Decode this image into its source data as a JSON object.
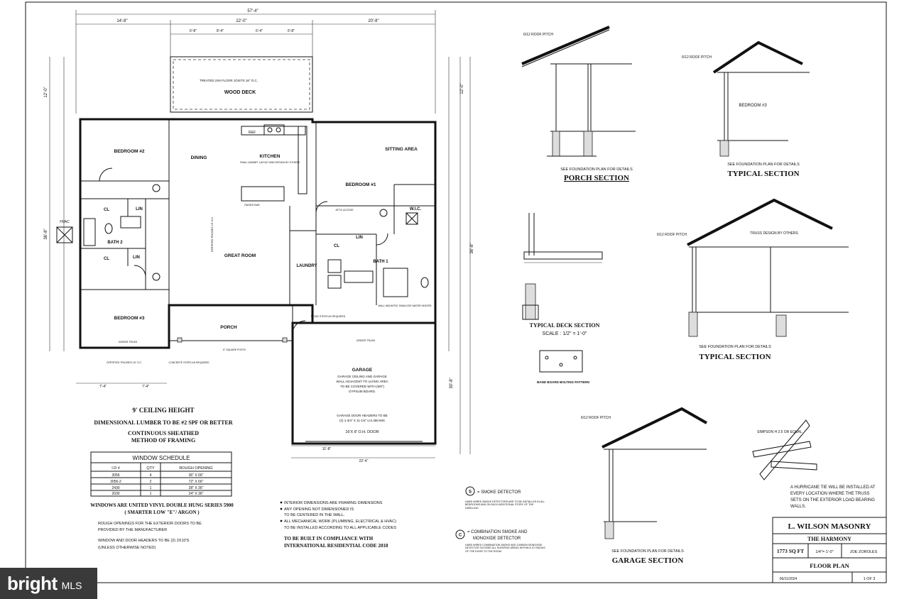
{
  "sheet": {
    "overall_dimension_top": "57'-4\"",
    "dims_top": [
      "14'-8\"",
      "22'-0\"",
      "20'-8\""
    ],
    "dims_second": [
      "6'-8\"",
      "8'-4\"",
      "6'-4\"",
      "6'-8\""
    ],
    "dims_left": [
      "12'-0\"",
      "36'-8\""
    ],
    "dims_right": [
      "12'-0\"",
      "36'-8\"",
      "30'-8\""
    ],
    "dims_bottom": [
      "7'-4\"",
      "7'-4\"",
      "11'-8\"",
      "22'-4\""
    ]
  },
  "rooms": {
    "wood_deck": "WOOD DECK",
    "deck_note": "TREATED 2X6 FLOOR JOISTS 16\" O.C.",
    "bedroom2": "BEDROOM #2",
    "bedroom3": "BEDROOM #3",
    "bedroom1": "BEDROOM #1",
    "dining": "DINING",
    "kitchen": "KITCHEN",
    "kitchen_note": "FINAL CABINET LAYOUT AND DESIGN BY OTHERS",
    "sitting_area": "SITTING AREA",
    "great_room": "GREAT ROOM",
    "great_room_note": "CERTIFIED TRUSSES 16\" O.C.",
    "laundry": "LAUNDRY",
    "bath1": "BATH 1",
    "bath2": "BATH 2",
    "cl": "CL",
    "lin": "LIN",
    "wic": "W.I.C.",
    "porch": "PORCH",
    "garage": "GARAGE",
    "garage_note1": "GARAGE CEILING AND GARAGE",
    "garage_note2": "WALL ADJACENT TO LIVING AREA",
    "garage_note3": "TO BE COVERED WITH (5/8\")",
    "garage_note4": "GYPSUM BOARD.",
    "garage_header1": "GARAGE DOOR HEADERS TO BE",
    "garage_header2": "(2) 1-3/4\" X 11-1/4\" LVL BEAMS",
    "garage_door": "16'X 8' O.H. DOOR",
    "hvac": "HVAC",
    "ref": "REF",
    "raised_bar": "RAISED BAR",
    "attic_access": "ATTIC ACCESS",
    "water_heater": "WALL MOUNTED TANKLESS WATER HEATER",
    "wood_steps": "WOOD STEPS AS REQUIRED",
    "concrete_steps": "CONCRETE STEPS AS REQUIRED",
    "square_posts": "6\" SQUARE POSTS",
    "porch_truss": "CERTIFIED TRUSSES 16\" O.C.",
    "girder_truss": "GIRDER TRUSS"
  },
  "plan_notes": {
    "ceiling": "9' CEILING HEIGHT",
    "lumber": "DIMENSIONAL LUMBER TO BE #2 SPF OR BETTER",
    "sheathed1": "CONTINUOUS SHEATHED",
    "sheathed2": "METHOD OF FRAMING"
  },
  "window_schedule": {
    "title": "WINDOW SCHEDULE",
    "headers": [
      "I.D #",
      "QTY",
      "ROUGH OPENING"
    ],
    "rows": [
      [
        "3056",
        "4",
        "36\" X 66\""
      ],
      [
        "3056-2",
        "2",
        "72\" X 66\""
      ],
      [
        "2430",
        "1",
        "28\" X 36\""
      ],
      [
        "2030",
        "1",
        "24\" X 36\""
      ]
    ]
  },
  "window_notes": {
    "line1": "WINDOWS ARE UNITED VINYL DOUBLE HUNG SERIES 5900",
    "line2": "( SMARTER LOW \"E\"/ ARGON )",
    "line3": "ROUGH OPENINGS FOR THE EXTERIOR DOORS TO BE",
    "line4": "PROVIDED BY THE MANUFACTURER",
    "line5": "WINDOW AND DOOR HEADERS TO BE (2) 2X10'S",
    "line6": "(UNLESS OTHERWISE NOTED)"
  },
  "general_notes": {
    "n1": "INTERIOR DIMENSIONS ARE FRAMING DIMENSIONS",
    "n2a": "ANY OPENING NOT DIMENSIONED IS",
    "n2b": "TO BE CENTERED IN THE WALL.",
    "n3a": "ALL MECHANICAL WORK (PLUMBING, ELECTRICAL & HVAC)",
    "n3b": "TO BE INSTALLED ACCORDING TO ALL APPLICABLE CODES",
    "code1": "TO BE BUILT IN COMPLIANCE WITH",
    "code2": "INTERNATIONAL RESIDENTIAL CODE 2018"
  },
  "legend": {
    "smoke": "= SMOKE DETECTOR",
    "smoke_note": "HARD WIRED SMOKE DETECTORS ARE TO BE INSTALLED IN ALL BEDROOMS AND ON EACH ADDITIONAL STORY OF THE DWELLING",
    "combo1": "= COMBINATION SMOKE AND",
    "combo2": "MONOXIDE DETECTOR",
    "combo_note": "HARD WIRED COMBINATION SMOKE AND CARBON MONOXIDE DETECTOR OUTSIDE ALL SLEEPING AREAS WITHIN A 10' RADIUS OF THE DOOR TO THE ROOM",
    "smoke_glyph": "S",
    "combo_glyph": "C"
  },
  "sections": {
    "porch_title": "PORCH SECTION",
    "porch_ref": "SEE FOUNDATION PLAN FOR DETAILS",
    "porch_pitch": "6/12 ROOF PITCH",
    "typical1_title": "TYPICAL SECTION",
    "typical1_ref": "SEE FOUNDATION PLAN FOR DETAILS",
    "typical1_pitch": "6/12 ROOF PITCH",
    "typical1_room": "BEDROOM #3",
    "deck_title": "TYPICAL DECK SECTION",
    "deck_scale": "SCALE : 1/2\" = 1'-0\"",
    "band_title": "BAND BOARD BOLTING PATTERN",
    "typical2_title": "TYPICAL SECTION",
    "typical2_ref": "SEE FOUNDATION PLAN FOR DETAILS",
    "typical2_pitch": "6/12 ROOF PITCH",
    "typical2_truss": "TRUSS DESIGN BY OTHERS",
    "garage_title": "GARAGE SECTION",
    "garage_ref": "SEE FOUNDATION PLAN FOR DETAILS",
    "garage_pitch": "6/12 ROOF PITCH",
    "hurricane_tie": "SIMPSON H 2.5 OR EQUAL",
    "hurricane_note1": "A HURRICANE TIE WILL BE INSTALLED AT",
    "hurricane_note2": "EVERY LOCATION WHERE THE TRUSS",
    "hurricane_note3": "SETS ON THE EXTERIOR LOAD BEARING",
    "hurricane_note4": "WALLS."
  },
  "title_block": {
    "company": "L. WILSON MASONRY",
    "plan_name": "THE HARMONY",
    "area": "1773 SQ FT",
    "scale": "1/4\"= 1'-0\"",
    "drawn_by": "JOE ZOROLES",
    "sheet_title": "FLOOR PLAN",
    "date": "06/11/2024",
    "sheet_no": "1 OF 3"
  },
  "watermark": {
    "brand": "bright",
    "suffix": "MLS"
  }
}
